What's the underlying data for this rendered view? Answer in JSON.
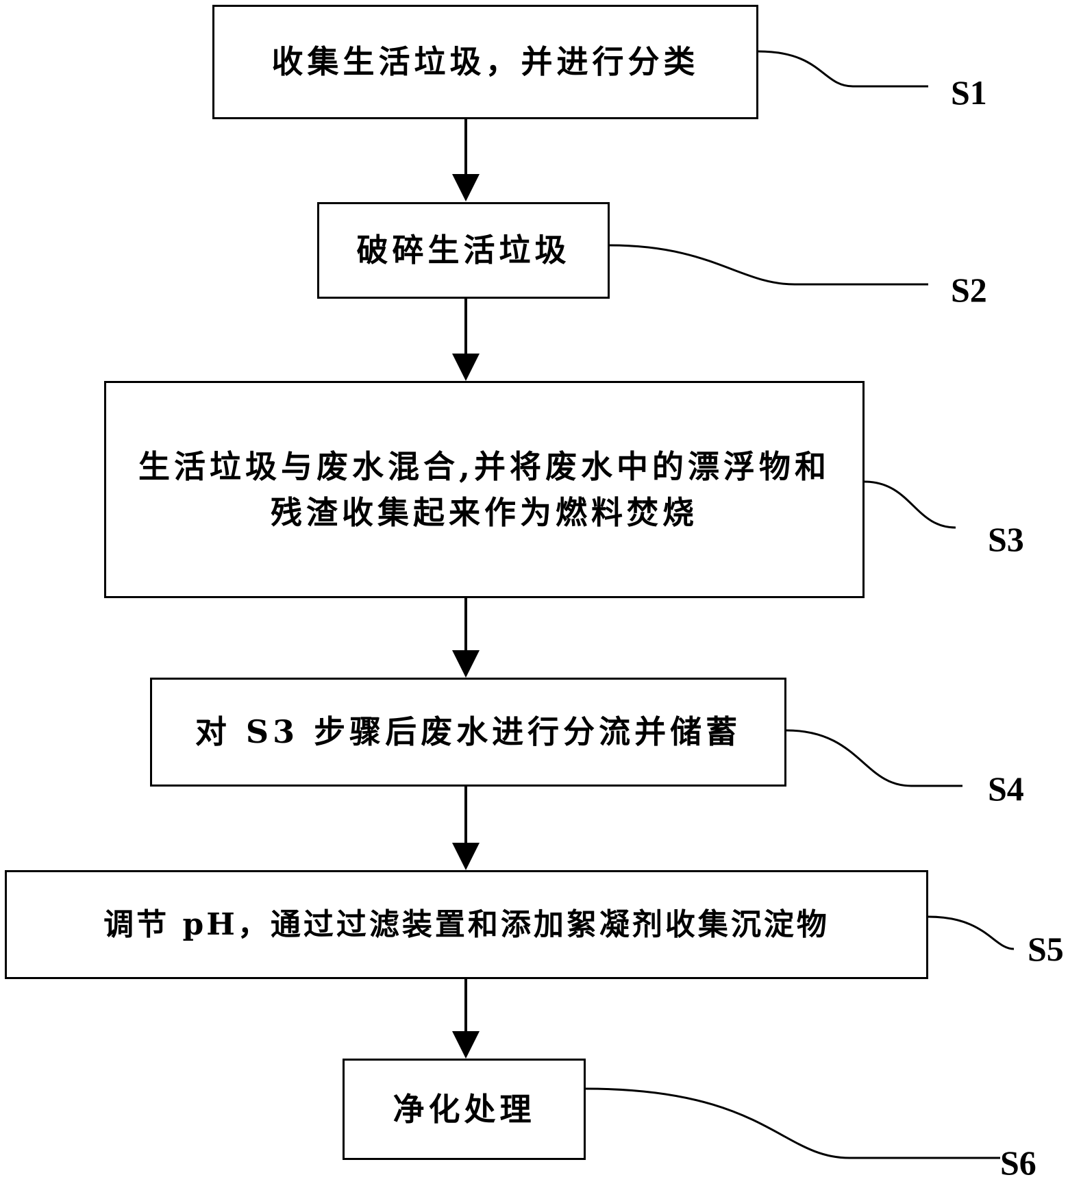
{
  "steps": [
    {
      "id": "S1",
      "text": "收集生活垃圾，并进行分类"
    },
    {
      "id": "S2",
      "text": "破碎生活垃圾"
    },
    {
      "id": "S3",
      "text": "生活垃圾与废水混合,并将废水中的漂浮物和残渣收集起来作为燃料焚烧"
    },
    {
      "id": "S4",
      "text": "对 S3 步骤后废水进行分流并储蓄"
    },
    {
      "id": "S5",
      "text": "调节 pH，通过过滤装置和添加絮凝剂收集沉淀物"
    },
    {
      "id": "S6",
      "text": "净化处理"
    }
  ]
}
